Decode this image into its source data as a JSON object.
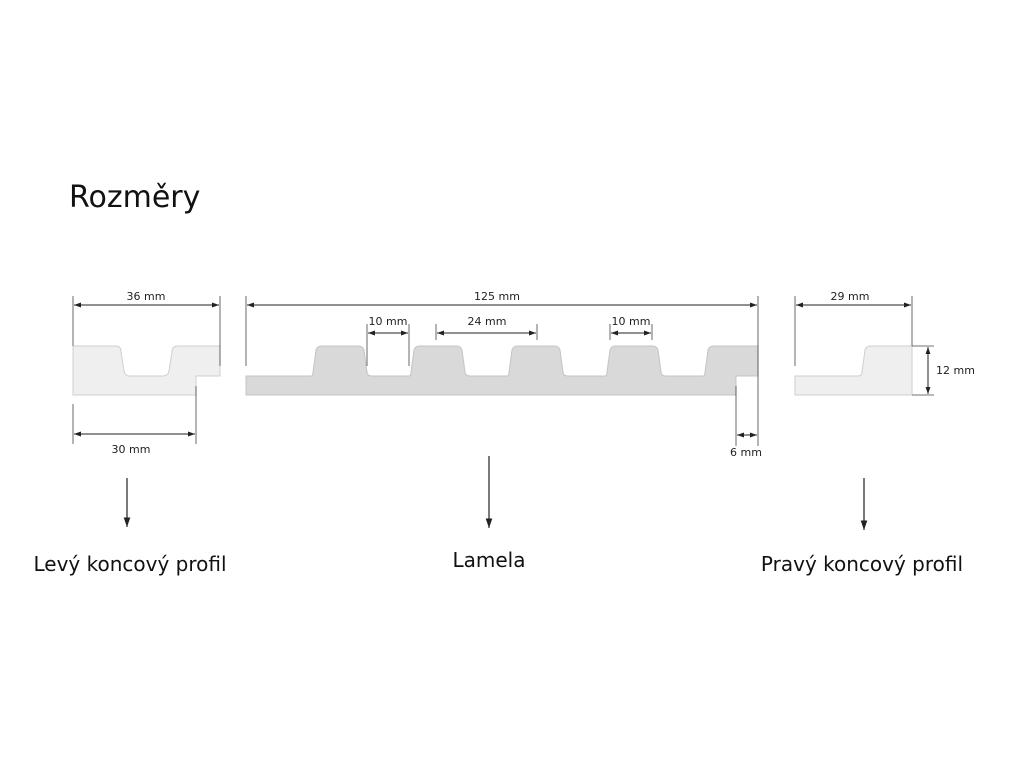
{
  "title": "Rozměry",
  "profiles": {
    "left": {
      "label": "Levý koncový profil",
      "dims": {
        "top": "36 mm",
        "bottom": "30 mm"
      }
    },
    "center": {
      "label": "Lamela",
      "dims": {
        "total": "125 mm",
        "gap_a": "10 mm",
        "rib": "24 mm",
        "gap_b": "10 mm",
        "offset": "6 mm"
      }
    },
    "right": {
      "label": "Pravý koncový profil",
      "dims": {
        "top": "29 mm",
        "height": "12 mm"
      }
    }
  },
  "colors": {
    "end_profile_fill": "#efefef",
    "lamela_fill": "#d9d9d9",
    "line": "#222222"
  }
}
